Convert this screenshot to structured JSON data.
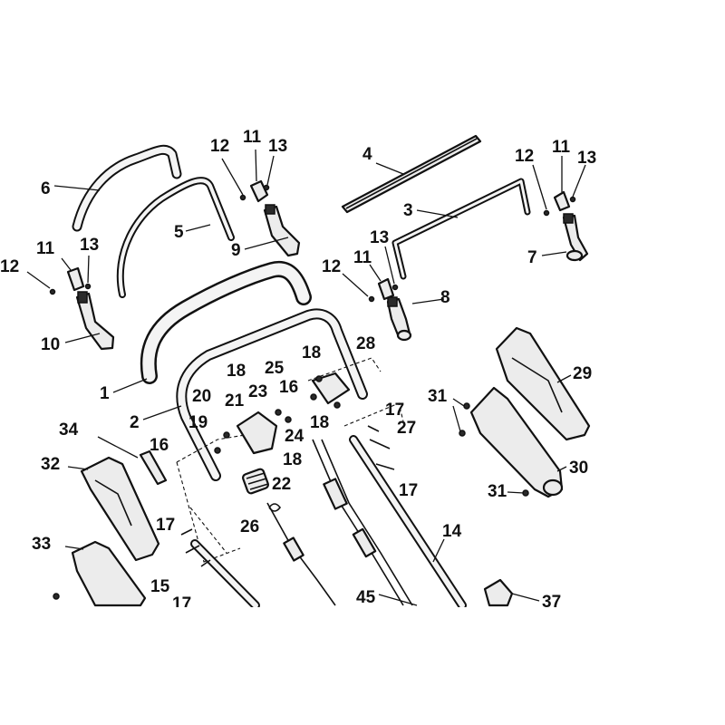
{
  "labels": {
    "p1": "1",
    "p2": "2",
    "p3": "3",
    "p4": "4",
    "p5": "5",
    "p6": "6",
    "p7": "7",
    "p8": "8",
    "p9": "9",
    "p10": "10",
    "p11a": "11",
    "p11b": "11",
    "p11c": "11",
    "p11d": "11",
    "p12a": "12",
    "p12b": "12",
    "p12c": "12",
    "p12d": "12",
    "p13a": "13",
    "p13b": "13",
    "p13c": "13",
    "p13d": "13",
    "p14": "14",
    "p15": "15",
    "p16a": "16",
    "p16b": "16",
    "p17a": "17",
    "p17b": "17",
    "p17c": "17",
    "p17d": "17",
    "p18a": "18",
    "p18b": "18",
    "p18c": "18",
    "p18d": "18",
    "p19": "19",
    "p20": "20",
    "p21": "21",
    "p22": "22",
    "p23": "23",
    "p24": "24",
    "p25": "25",
    "p26": "26",
    "p27": "27",
    "p28": "28",
    "p29": "29",
    "p30": "30",
    "p31a": "31",
    "p31b": "31",
    "p32": "32",
    "p33": "33",
    "p34": "34",
    "p37": "37",
    "p45": "45"
  }
}
